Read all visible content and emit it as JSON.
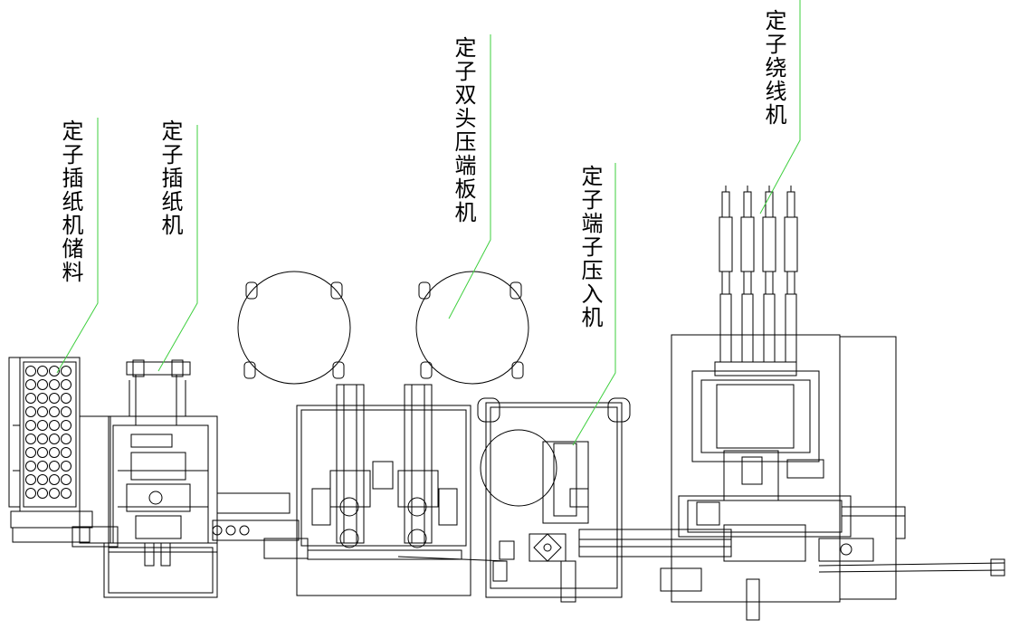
{
  "labels": {
    "stator_paper_storage": "定子插纸机储料",
    "stator_paper_inserter": "定子插纸机",
    "stator_double_press": "定子双头压端板机",
    "stator_terminal_press": "定子端子压入机",
    "stator_winder": "定子绕线机"
  },
  "colors": {
    "leader": "#3ecf3e",
    "line": "#000000",
    "background": "#ffffff"
  }
}
